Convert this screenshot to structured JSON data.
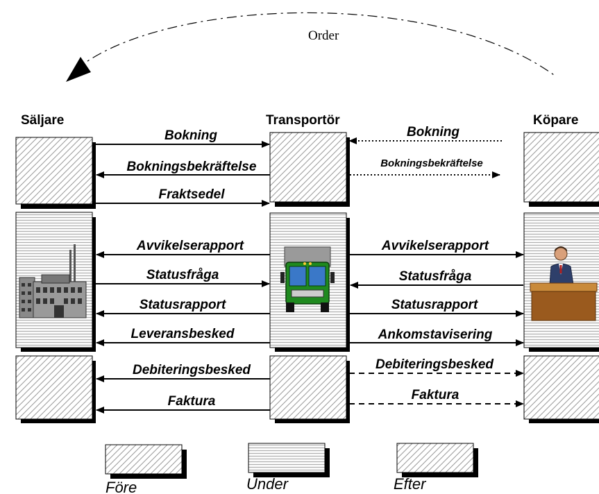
{
  "order_label": "Order",
  "actors": {
    "seller": "Säljare",
    "carrier": "Transportör",
    "buyer": "Köpare"
  },
  "messages": {
    "left": [
      "Bokning",
      "Bokningsbekräftelse",
      "Fraktsedel",
      "Avvikelserapport",
      "Statusfråga",
      "Statusrapport",
      "Leveransbesked",
      "Debiteringsbesked",
      "Faktura"
    ],
    "right": [
      "Bokning",
      "Bokningsbekräftelse",
      "Avvikelserapport",
      "Statusfråga",
      "Statusrapport",
      "Ankomstavisering",
      "Debiteringsbesked",
      "Faktura"
    ]
  },
  "legend": [
    "Före",
    "Under",
    "Efter"
  ]
}
